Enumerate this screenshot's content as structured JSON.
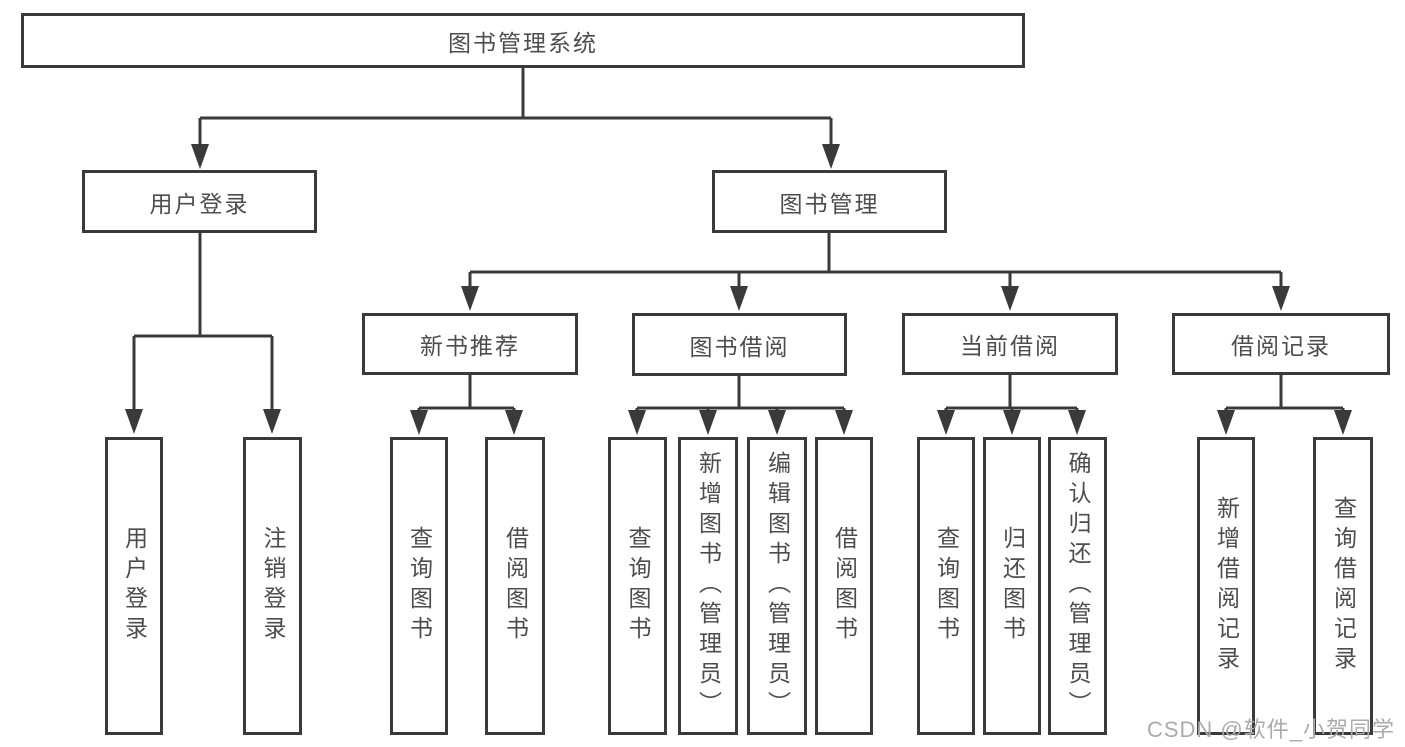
{
  "diagram": {
    "title": "图书管理系统",
    "level2": {
      "user_login": "用户登录",
      "book_management": "图书管理"
    },
    "level3": {
      "new_book_recommend": "新书推荐",
      "book_borrowing": "图书借阅",
      "current_borrowing": "当前借阅",
      "borrowing_records": "借阅记录"
    },
    "leaves": {
      "user_login": [
        "用户登录",
        "注销登录"
      ],
      "new_book_recommend": [
        "查询图书",
        "借阅图书"
      ],
      "book_borrowing": [
        "查询图书",
        "新增图书（管理员）",
        "编辑图书（管理员）",
        "借阅图书"
      ],
      "current_borrowing": [
        "查询图书",
        "归还图书",
        "确认归还（管理员）"
      ],
      "borrowing_records": [
        "新增借阅记录",
        "查询借阅记录"
      ]
    }
  },
  "watermark": "CSDN @软件_小贺同学",
  "colors": {
    "line": "#3a3a3a",
    "box_border": "#3a3a3a",
    "box_fill": "#ffffff",
    "text": "#4d4d4d",
    "watermark": "#ababab",
    "background": "#ffffff"
  }
}
